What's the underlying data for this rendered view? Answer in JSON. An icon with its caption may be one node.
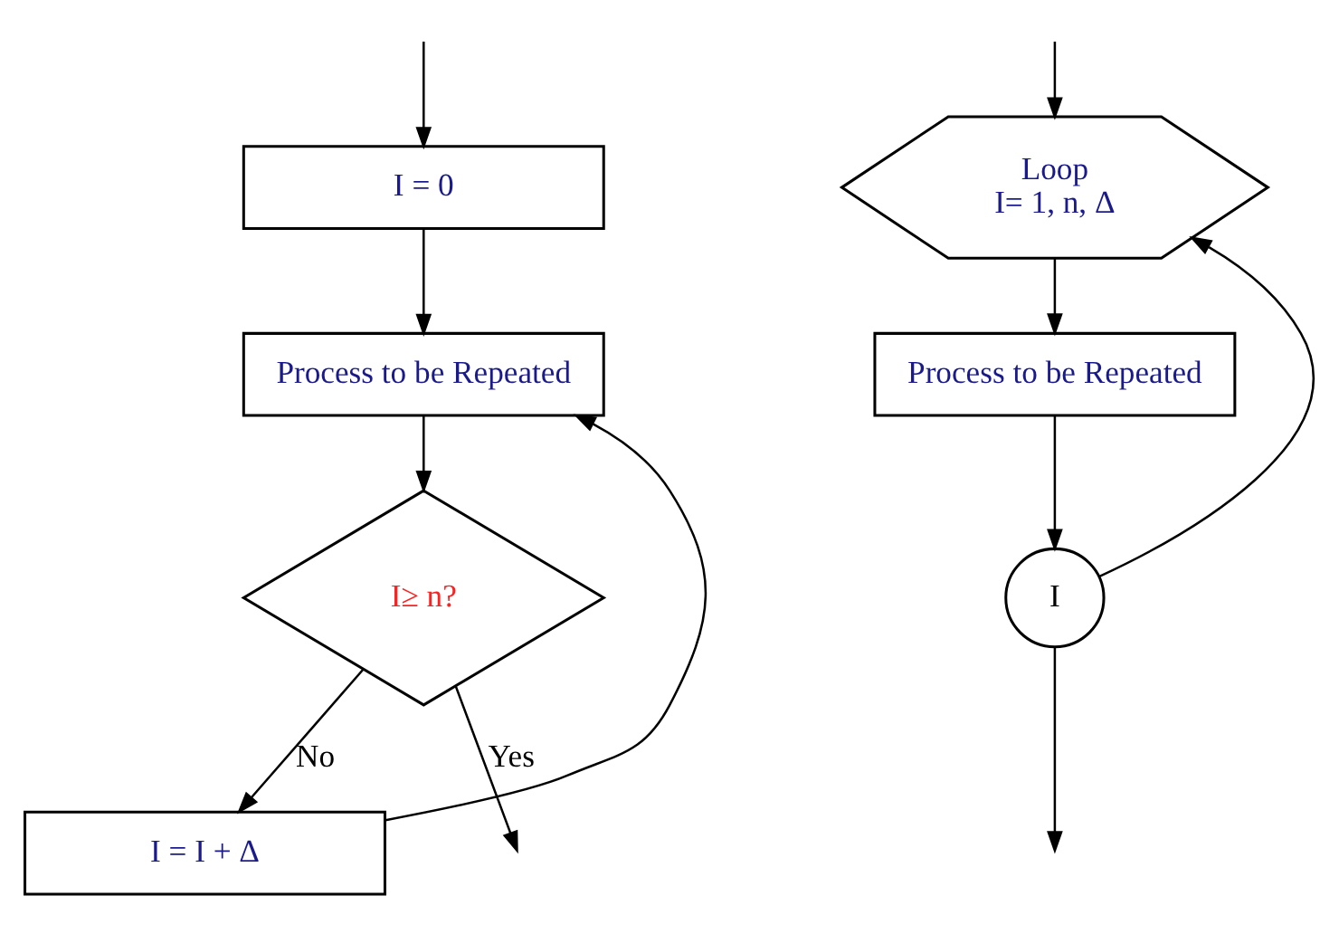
{
  "diagram": {
    "nodes": [
      {
        "text": [
          "I = 0"
        ]
      },
      {
        "text": [
          "Process to be Repeated"
        ]
      },
      {
        "text": [
          "I≥ n?"
        ]
      },
      {
        "text": [
          "I = I + Δ"
        ]
      },
      {
        "text": [
          "Loop",
          "I= 1, n, Δ"
        ]
      },
      {
        "text": [
          "Process to be Repeated"
        ]
      },
      {
        "text": [
          "I"
        ]
      }
    ],
    "edges": [
      {
        "from": null,
        "to": 0,
        "arrow": "to"
      },
      {
        "from": 0,
        "to": 1,
        "arrow": "to"
      },
      {
        "from": 1,
        "to": 2,
        "arrow": "to"
      },
      {
        "from": 2,
        "to": 3,
        "arrow": "to",
        "label": "No"
      },
      {
        "from": 3,
        "to": 1,
        "arrow": "to"
      },
      {
        "from": 2,
        "to": null,
        "arrow": "to",
        "label": "Yes"
      },
      {
        "from": null,
        "to": 4,
        "arrow": "to"
      },
      {
        "from": 4,
        "to": 5,
        "arrow": "to"
      },
      {
        "from": 5,
        "to": 6,
        "arrow": "to"
      },
      {
        "from": 6,
        "to": 4,
        "arrow": "to"
      },
      {
        "from": 6,
        "to": null,
        "arrow": "to"
      }
    ]
  }
}
